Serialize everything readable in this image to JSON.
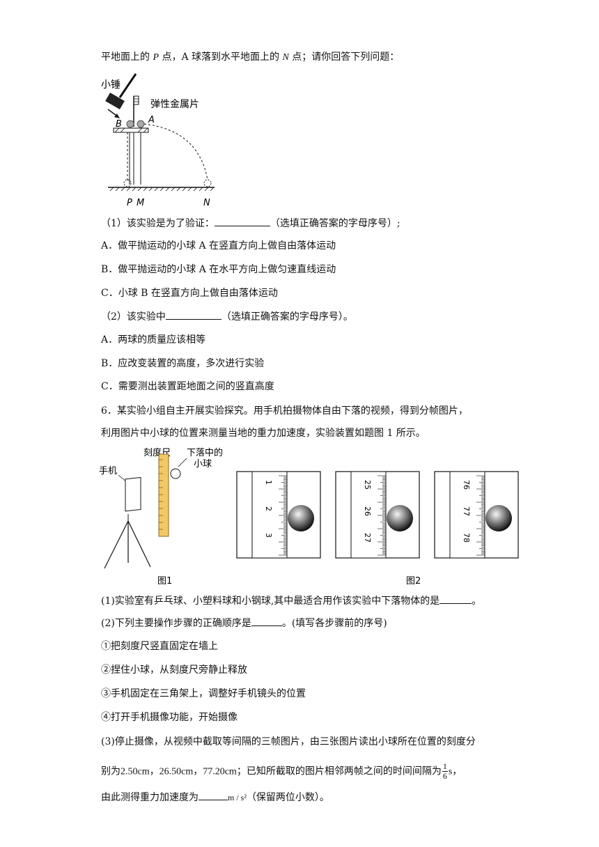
{
  "intro": {
    "pre1": "平地面上的 ",
    "p": "P",
    "mid": " 点，A 球落到水平地面上的 ",
    "n": "N",
    "post": " 点；请你回答下列问题："
  },
  "fig_a": {
    "hammer": "小锤",
    "plate": "弹性金属片",
    "b": "B",
    "a": "A",
    "p": "P",
    "m": "M",
    "n": "N"
  },
  "q5_1": {
    "pre": "（1）该实验是为了验证：",
    "post": "（选填正确答案的字母序号）;"
  },
  "q5_1_options": [
    "A．做平抛运动的小球 A 在竖直方向上做自由落体运动",
    "B．做平抛运动的小球 A 在水平方向上做匀速直线运动",
    "C．小球 B 在竖直方向上做自由落体运动"
  ],
  "q5_2": {
    "pre": "（2）该实验中",
    "post": "（选填正确答案的字母序号）。"
  },
  "q5_2_options": [
    "A．两球的质量应该相等",
    "B．应改变装置的高度，多次进行实验",
    "C．需要测出装置距地面之间的竖直高度"
  ],
  "q6": {
    "line1": "6．某实验小组自主开展实验探究。用手机拍摄物体自由下落的视频，得到分帧图片，",
    "line2": "利用图片中小球的位置来测量当地的重力加速度，实验装置如题图 1 所示。"
  },
  "fig1": {
    "ruler": "刻度尺",
    "ball1": "下落中的",
    "ball2": "小球",
    "phone": "手机",
    "caption": "图1"
  },
  "fig2": {
    "caption": "图2",
    "frames": [
      {
        "labels": [
          "1",
          "2",
          "3"
        ]
      },
      {
        "labels": [
          "25",
          "26",
          "27"
        ]
      },
      {
        "labels": [
          "76",
          "77",
          "78"
        ]
      }
    ]
  },
  "q6_1": {
    "pre": "(1)实验室有乒乓球、小塑料球和小钢球,其中最适合用作该实验中下落物体的是",
    "post": "。"
  },
  "q6_2": {
    "pre": "(2)下列主要操作步骤的正确顺序是",
    "post": "。(填写各步骤前的序号)"
  },
  "steps": [
    "①把刻度尺竖直固定在墙上",
    "②捏住小球，从刻度尺旁静止释放",
    "③手机固定在三角架上，调整好手机镜头的位置",
    "④打开手机摄像功能，开始摄像"
  ],
  "q6_3": {
    "line1": "(3)停止摄像，从视频中截取等间隔的三帧图片，由三张图片读出小球所在位置的刻度分",
    "line2_pre": "别为",
    "v1": "2.50cm",
    "sep": "，",
    "v2": "26.50cm",
    "v3": "77.20cm",
    "line2_mid": "；已知所截取的图片相邻两帧之间的时间间隔为",
    "frac_num": "1",
    "frac_den": "6",
    "unit_s": "s",
    "line2_end": "，",
    "line3_pre": "由此测得重力加速度为",
    "unit": "m / s²",
    "line3_post": "（保留两位小数）。"
  }
}
